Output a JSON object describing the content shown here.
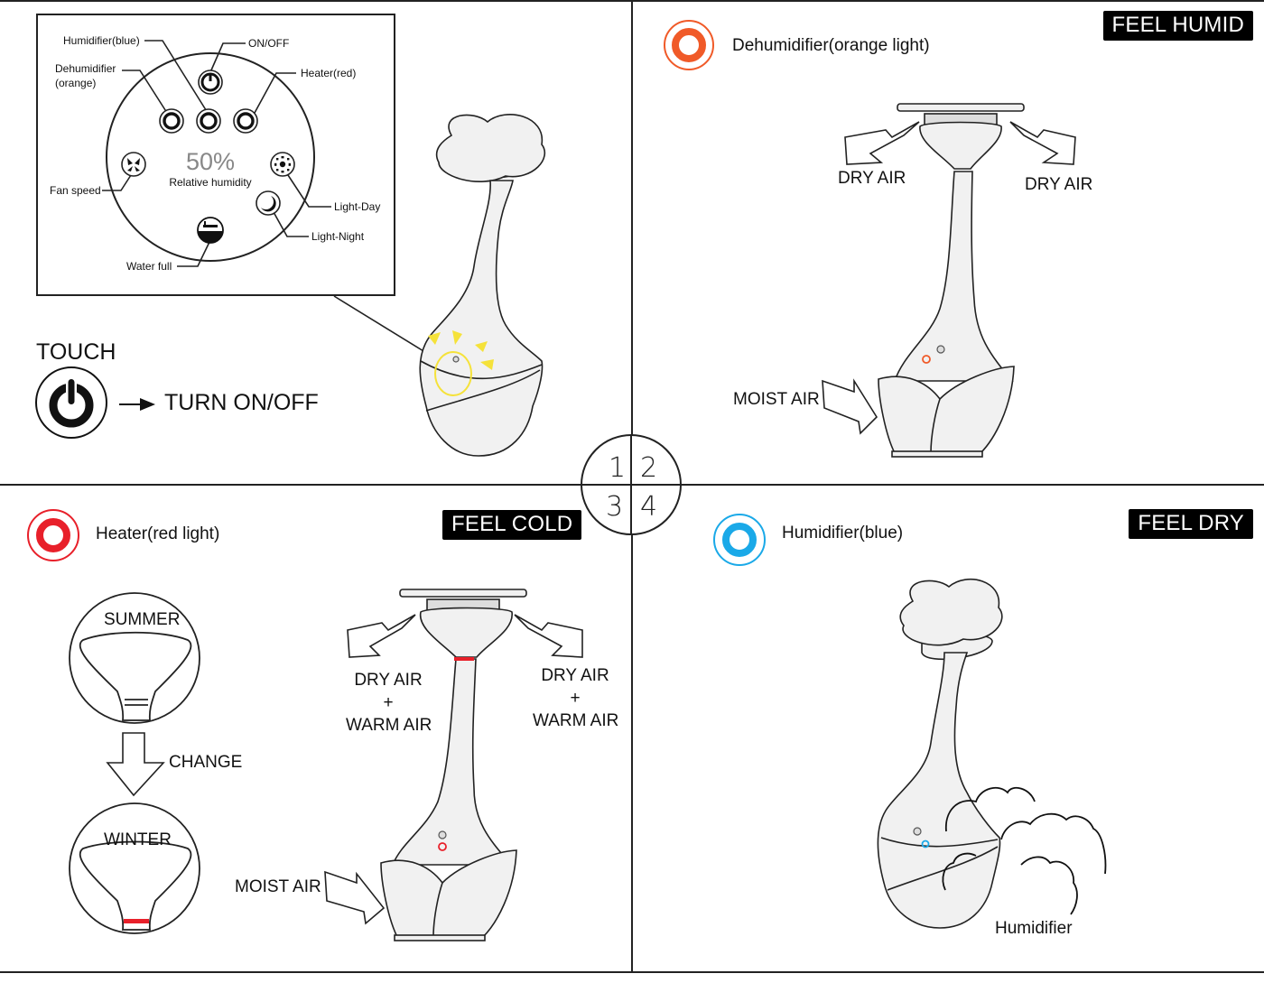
{
  "quadrant_badge": {
    "numbers": [
      "1",
      "2",
      "3",
      "4"
    ]
  },
  "panel1": {
    "control_panel": {
      "humidity_value": "50%",
      "humidity_caption": "Relative humidity",
      "callouts": {
        "humidifier": "Humidifier(blue)",
        "on_off": "ON/OFF",
        "dehumidifier_line1": "Dehumidifier",
        "dehumidifier_line2": "(orange)",
        "heater": "Heater(red)",
        "fan_speed": "Fan speed",
        "light_day": "Light-Day",
        "light_night": "Light-Night",
        "water_full": "Water full"
      }
    },
    "touch_label": "TOUCH",
    "turn_label": "TURN ON/OFF",
    "highlight_color": "#f5e23a"
  },
  "panel2": {
    "tag": "FEEL HUMID",
    "mode_label": "Dehumidifier(orange light)",
    "indicator_color": "#f05a28",
    "air_out_left": "DRY AIR",
    "air_out_right": "DRY AIR",
    "air_in": "MOIST AIR"
  },
  "panel3": {
    "tag": "FEEL COLD",
    "mode_label": "Heater(red light)",
    "indicator_color": "#e8202a",
    "season_top": "SUMMER",
    "change_label": "CHANGE",
    "season_bottom": "WINTER",
    "air_out_left": [
      "DRY AIR",
      "+",
      "WARM AIR"
    ],
    "air_out_right": [
      "DRY AIR",
      "+",
      "WARM AIR"
    ],
    "air_in": "MOIST AIR"
  },
  "panel4": {
    "tag": "FEEL DRY",
    "mode_label": "Humidifier(blue)",
    "indicator_color": "#1aa9e8",
    "mist_label": "Humidifier"
  }
}
